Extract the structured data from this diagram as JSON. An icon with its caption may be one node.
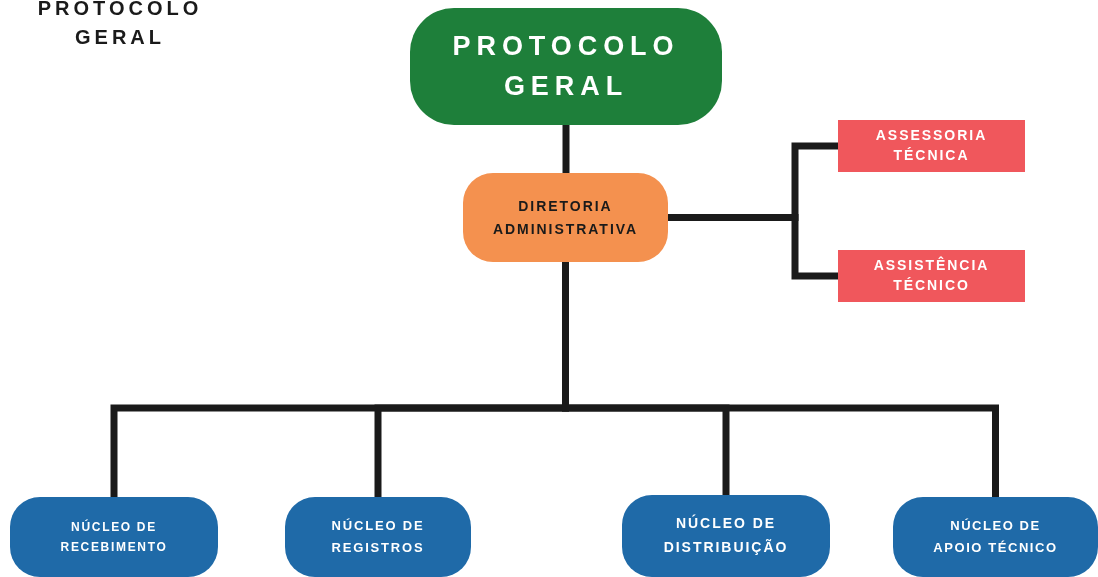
{
  "diagram": {
    "title": "PROTOCOLO GERAL",
    "nodes": [
      {
        "text": [
          "PROTOCOLO GERAL"
        ]
      },
      {
        "text": [
          "DIRETORIA ADMINISTRATIVA"
        ]
      },
      {
        "text": [
          "ASSESSORIA TÉCNICA"
        ]
      },
      {
        "text": [
          "ASSISTÊNCIA TÉCNICO"
        ]
      },
      {
        "text": [
          "NÚCLEO DE RECEBIMENTO"
        ]
      },
      {
        "text": [
          "NÚCLEO DE REGISTROS"
        ]
      },
      {
        "text": [
          "NÚCLEO DE DISTRIBUIÇÃO"
        ]
      },
      {
        "text": [
          "NÚCLEO DE APOIO TÉCNICO"
        ]
      }
    ],
    "edges": [
      {
        "from": 0,
        "to": 1,
        "arrow": "none"
      },
      {
        "from": 1,
        "to": 2,
        "arrow": "none"
      },
      {
        "from": 1,
        "to": 3,
        "arrow": "none"
      },
      {
        "from": 1,
        "to": 4,
        "arrow": "none"
      },
      {
        "from": 1,
        "to": 5,
        "arrow": "none"
      },
      {
        "from": 1,
        "to": 6,
        "arrow": "none"
      },
      {
        "from": 1,
        "to": 7,
        "arrow": "none"
      }
    ]
  }
}
